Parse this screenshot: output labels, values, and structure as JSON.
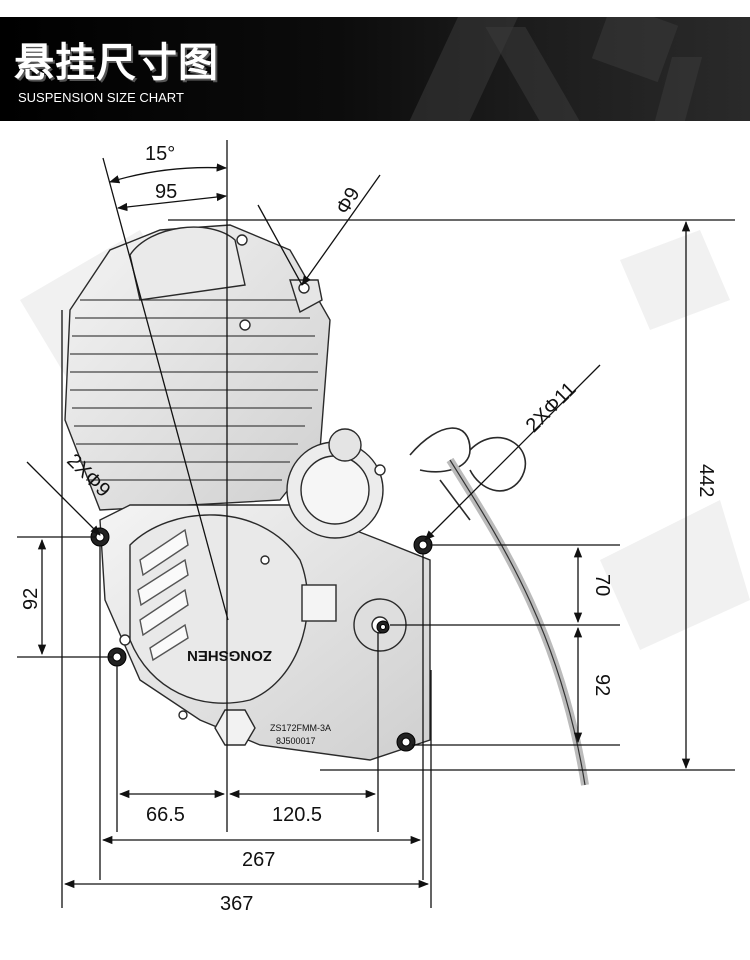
{
  "header": {
    "title": "悬挂尺寸图",
    "subtitle": "SUSPENSION SIZE CHART"
  },
  "dimensions": {
    "angle": "15°",
    "offset_top": "95",
    "hole_top": "Φ9",
    "holes_right": "2XΦ11",
    "holes_left": "2XΦ9",
    "left_vertical": "92",
    "total_height": "442",
    "right_upper": "70",
    "right_lower": "92",
    "bottom_left": "66.5",
    "bottom_mid": "120.5",
    "mount_width": "267",
    "total_width": "367"
  },
  "engine": {
    "cover_brand": "ZONGSHEN",
    "model_plate": "ZS172FMM-3A",
    "serial_plate": "8J500017"
  },
  "colors": {
    "header_bg": "#000000",
    "line": "#111111"
  }
}
